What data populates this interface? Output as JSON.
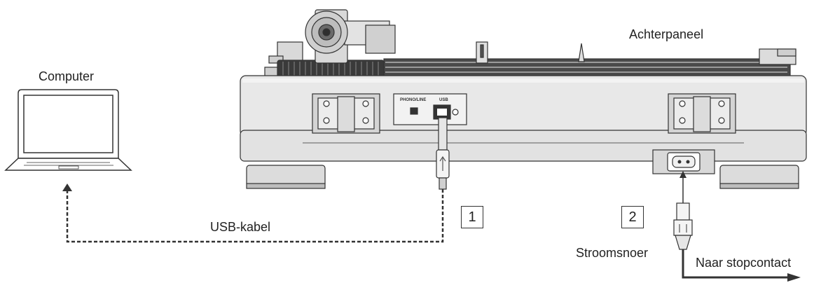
{
  "labels": {
    "computer": "Computer",
    "rear_panel": "Achterpaneel",
    "usb_cable": "USB-kabel",
    "power_cord": "Stroomsnoer",
    "to_outlet": "Naar stopcontact",
    "phono_line": "PHONO/LINE",
    "usb_port": "USB"
  },
  "steps": [
    "1",
    "2"
  ],
  "colors": {
    "line": "#333333",
    "body": "#e6e6e6",
    "dark": "#3a3a3a"
  }
}
